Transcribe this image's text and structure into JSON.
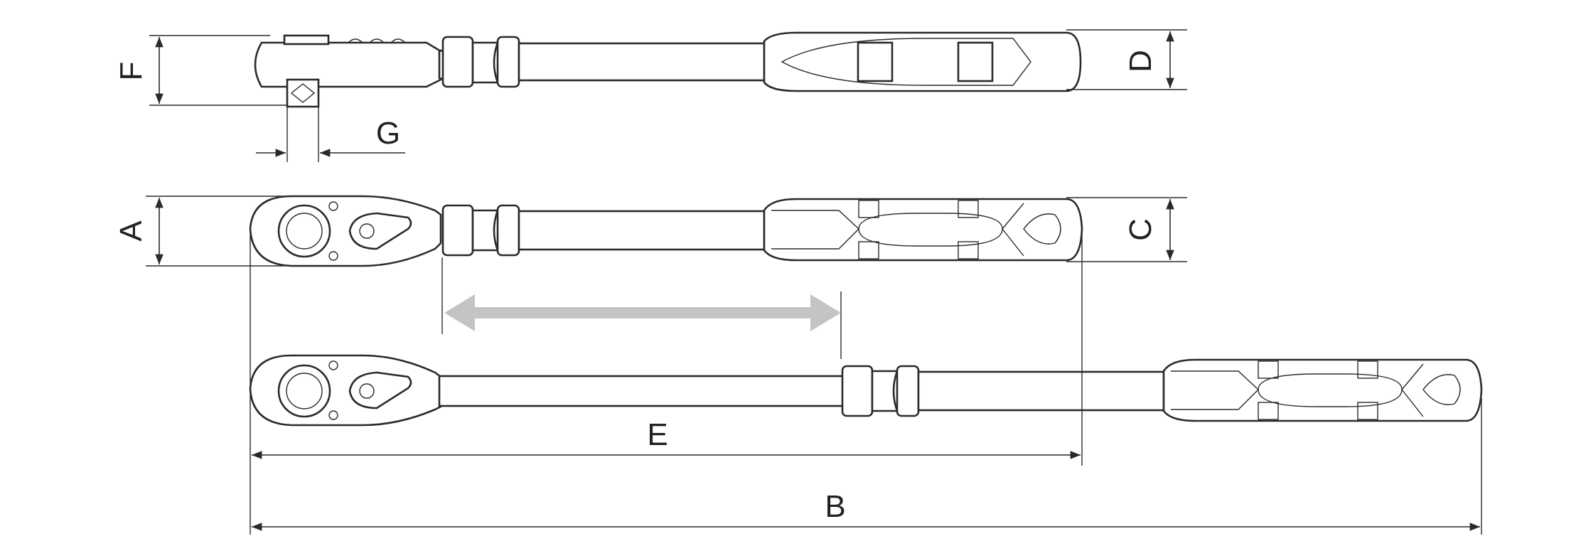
{
  "labels": {
    "a": "A",
    "b": "B",
    "c": "C",
    "d": "D",
    "e": "E",
    "f": "F",
    "g": "G"
  },
  "colors": {
    "line": "#2a2a2a",
    "extension_arrow": "#c4c4c4",
    "background": "#ffffff"
  }
}
